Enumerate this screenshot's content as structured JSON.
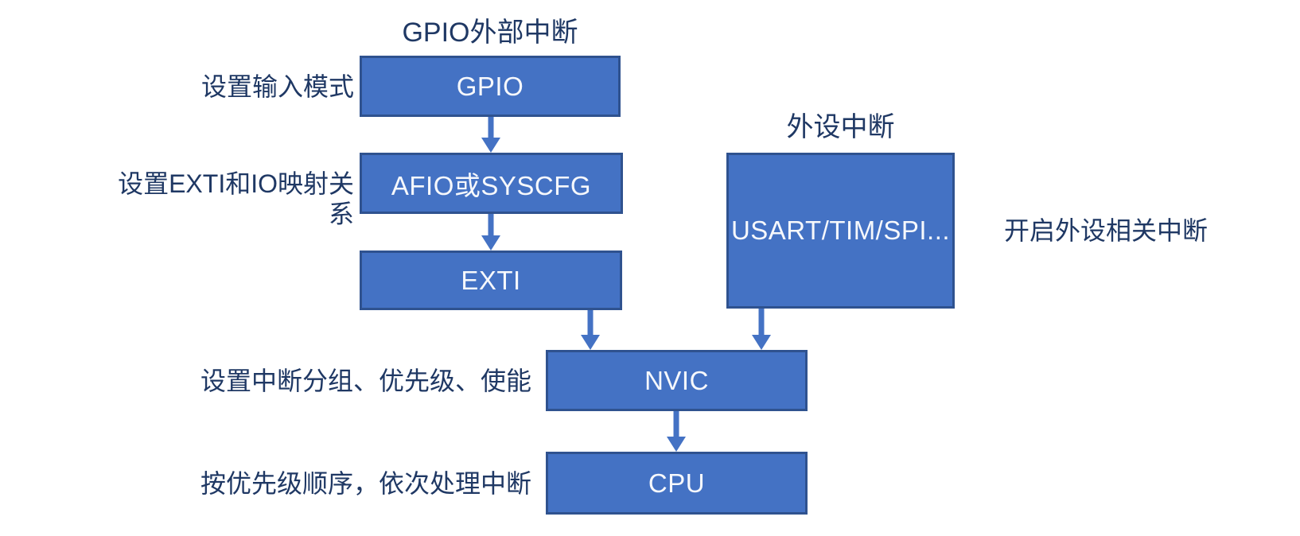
{
  "diagram": {
    "description": "STM32 interrupt configuration flow diagram",
    "colors": {
      "background": "#ffffff",
      "box_fill": "#4472C4",
      "box_border": "#2F528F",
      "box_text": "#F6F8FC",
      "label_text": "#1F3864",
      "arrow": "#4472C4"
    },
    "left_flow": {
      "title": "GPIO外部中断",
      "nodes": [
        {
          "id": "gpio",
          "label": "GPIO",
          "annotation": "设置输入模式"
        },
        {
          "id": "afio",
          "label": "AFIO或SYSCFG",
          "annotation": "设置EXTI和IO映射关系"
        },
        {
          "id": "exti",
          "label": "EXTI",
          "annotation": ""
        }
      ]
    },
    "right_flow": {
      "title": "外设中断",
      "nodes": [
        {
          "id": "usart",
          "label": "USART/TIM/SPI...",
          "annotation": "开启外设相关中断"
        }
      ]
    },
    "merge_flow": {
      "nodes": [
        {
          "id": "nvic",
          "label": "NVIC",
          "annotation": "设置中断分组、优先级、使能"
        },
        {
          "id": "cpu",
          "label": "CPU",
          "annotation": "按优先级顺序，依次处理中断"
        }
      ]
    },
    "edges": [
      {
        "from": "gpio",
        "to": "afio"
      },
      {
        "from": "afio",
        "to": "exti"
      },
      {
        "from": "exti",
        "to": "nvic"
      },
      {
        "from": "usart",
        "to": "nvic"
      },
      {
        "from": "nvic",
        "to": "cpu"
      }
    ]
  }
}
